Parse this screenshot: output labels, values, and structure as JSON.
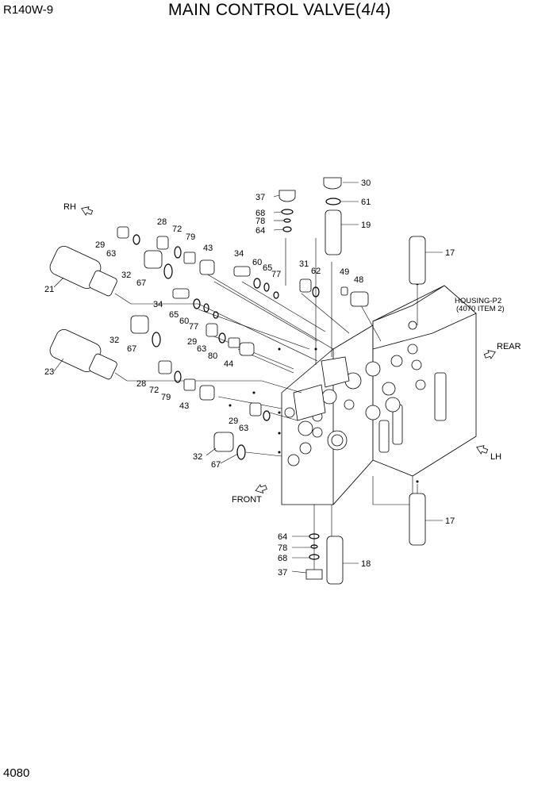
{
  "header": {
    "model": "R140W-9",
    "title": "MAIN CONTROL VALVE(4/4)",
    "page_number": "4080"
  },
  "directions": {
    "rh": "RH",
    "rear": "REAR",
    "lh": "LH",
    "front": "FRONT"
  },
  "housing_note": {
    "line1": "HOUSING-P2",
    "line2": "(4070 ITEM 2)"
  },
  "callouts": [
    "30",
    "61",
    "19",
    "37",
    "68",
    "78",
    "64",
    "17",
    "28",
    "72",
    "79",
    "43",
    "29",
    "63",
    "34",
    "60",
    "65",
    "77",
    "31",
    "62",
    "49",
    "48",
    "21",
    "32",
    "67",
    "34",
    "65",
    "60",
    "77",
    "29",
    "63",
    "80",
    "44",
    "32",
    "67",
    "23",
    "28",
    "72",
    "79",
    "43",
    "29",
    "63",
    "32",
    "67",
    "17",
    "64",
    "78",
    "68",
    "37",
    "18"
  ]
}
